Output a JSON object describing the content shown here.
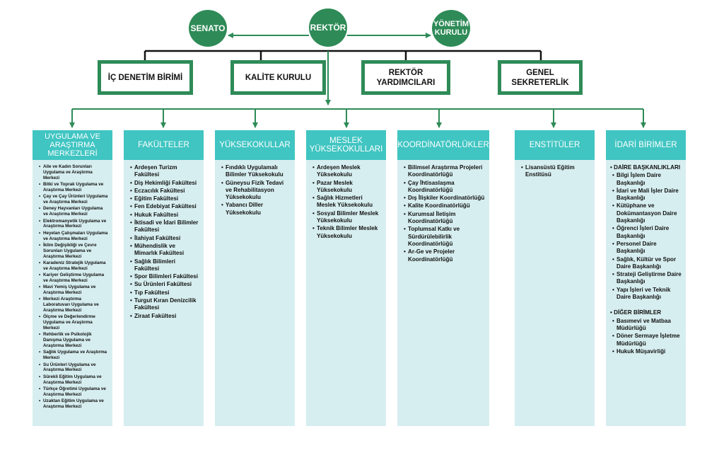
{
  "top": {
    "senato": "SENATO",
    "rektor": "REKTÖR",
    "yonetim": "YÖNETİM KURULU"
  },
  "second_row": [
    {
      "label": "İÇ DENETİM BİRİMİ"
    },
    {
      "label": "KALİTE KURULU"
    },
    {
      "label": "REKTÖR YARDIMCILARI"
    },
    {
      "label": "GENEL SEKRETERLİK"
    }
  ],
  "columns": [
    {
      "title": "UYGULAMA VE ARAŞTIRMA MERKEZLERİ",
      "items": [
        "Aile ve Kadın Sorunları Uygulama ve Araştırma Merkezi",
        "Bitki ve Toprak Uygulama ve Araştırma Merkezi",
        "Çay ve Çay Ürünleri Uygulama ve Araştırma Merkezi",
        "Deney Hayvanları Uygulama ve Araştırma Merkezi",
        "Elektromanyetik Uygulama ve Araştırma Merkezi",
        "Heyelan Çalışmaları Uygulama ve Araştırma Merkezi",
        "İklim Değişikliği ve Çevre Sorunları Uygulama ve Araştırma Merkezi",
        "Karadeniz Stratejik Uygulama ve Araştırma Merkezi",
        "Kariyer Geliştirme Uygulama ve Araştırma Merkezi",
        "Mavi Yemiş Uygulama ve Araştırma Merkezi",
        "Merkezi Araştırma Laboratuvarı Uygulama ve Araştırma Merkezi",
        "Ölçme ve Değerlendirme Uygulama ve Araştırma Merkezi",
        "Rehberlik ve Psikolojik Danışma Uygulama ve Araştırma Merkezi",
        "Sağlık Uygulama ve Araştırma Merkezi",
        "Su Ürünleri Uygulama ve Araştırma Merkezi",
        "Sürekli Eğitim Uygulama ve Araştırma Merkezi",
        "Türkçe Öğretimi Uygulama ve Araştırma Merkezi",
        "Uzaktan Eğitim Uygulama ve Araştırma Merkezi"
      ]
    },
    {
      "title": "FAKÜLTELER",
      "items": [
        "Ardeşen Turizm Fakültesi",
        "Diş Hekimliği Fakültesi",
        "Eczacılık Fakültesi",
        "Eğitim Fakültesi",
        "Fen Edebiyat Fakültesi",
        "Hukuk Fakültesi",
        "İktisadi ve İdari Bilimler Fakültesi",
        "İlahiyat Fakültesi",
        "Mühendislik ve Mimarlık Fakültesi",
        "Sağlık Bilimleri Fakültesi",
        "Spor Bilimleri Fakültesi",
        "Su Ürünleri Fakültesi",
        "Tıp Fakültesi",
        "Turgut Kıran Denizcilik Fakültesi",
        "Ziraat Fakültesi"
      ]
    },
    {
      "title": "YÜKSEKOKULLAR",
      "items": [
        "Fındıklı Uygulamalı Bilimler Yüksekokulu",
        "Güneysu Fizik Tedavi ve Rehabilitasyon Yüksekokulu",
        "Yabancı Diller Yüksekokulu"
      ]
    },
    {
      "title": "MESLEK YÜKSEKOKULLARI",
      "items": [
        "Ardeşen Meslek Yüksekokulu",
        "Pazar Meslek Yüksekokulu",
        "Sağlık Hizmetleri Meslek Yüksekokulu",
        "Sosyal Bilimler Meslek Yüksekokulu",
        "Teknik Bilimler Meslek Yüksekokulu"
      ]
    },
    {
      "title": "KOORDİNATÖRLÜKLER",
      "items": [
        "Bilimsel Araştırma Projeleri Koordinatörlüğü",
        "Çay İhtisaslaşma Koordinatörlüğü",
        "Dış İlişkiler Koordinatörlüğü",
        "Kalite Koordinatörlüğü",
        "Kurumsal İletişim Koordinatörlüğü",
        "Toplumsal Katkı ve Sürdürülebilirlik Koordinatörlüğü",
        "Ar-Ge ve Projeler Koordinatörlüğü"
      ]
    },
    {
      "title": "ENSTİTÜLER",
      "items": [
        "Lisansüstü Eğitim Enstitüsü"
      ]
    },
    {
      "title": "İDARİ BİRİMLER",
      "groups": [
        {
          "label": "DAİRE BAŞKANLIKLARI",
          "items": [
            "Bilgi İşlem Daire Başkanlığı",
            "İdari ve Mali İşler Daire Başkanlığı",
            "Kütüphane ve Dokümantasyon Daire Başkanlığı",
            "Öğrenci İşleri Daire Başkanlığı",
            "Personel Daire Başkanlığı",
            "Sağlık, Kültür ve Spor Daire Başkanlığı",
            "Strateji Geliştirme Daire Başkanlığı",
            "Yapı İşleri ve Teknik Daire Başkanlığı"
          ]
        },
        {
          "label": "DİĞER BİRİMLER",
          "items": [
            "Basımevi ve Matbaa Müdürlüğü",
            "Döner Sermaye İşletme Müdürlüğü",
            "Hukuk Müşavirliği"
          ]
        }
      ]
    }
  ],
  "colors": {
    "primary_green": "#2e8b57",
    "header_teal": "#40c5c2",
    "column_bg": "#d7eef0"
  }
}
